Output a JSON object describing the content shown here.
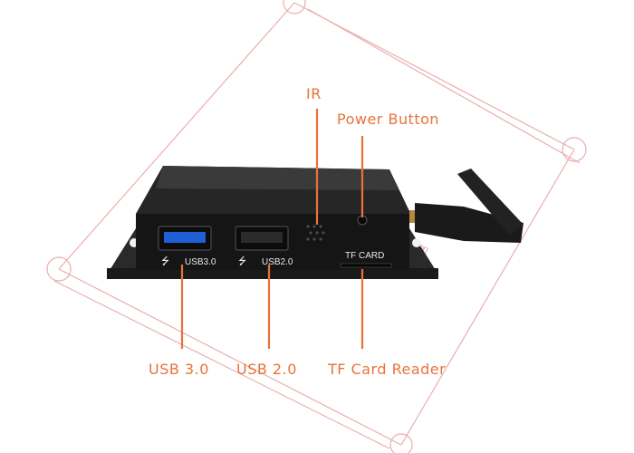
{
  "callouts": {
    "ir": "IR",
    "power_button": "Power Button",
    "usb3": "USB 3.0",
    "usb2": "USB 2.0",
    "tf_reader": "TF Card Reader"
  },
  "device": {
    "port_label_usb3": "USB3.0",
    "port_label_usb2": "USB2.0",
    "slot_label": "TF CARD"
  },
  "watermark_text": "Trading",
  "colors": {
    "callout": "#e8733a",
    "usb3_blue": "#1f5fd6",
    "chassis": "#1b1b1b",
    "watermark": "#e6a0a0"
  }
}
